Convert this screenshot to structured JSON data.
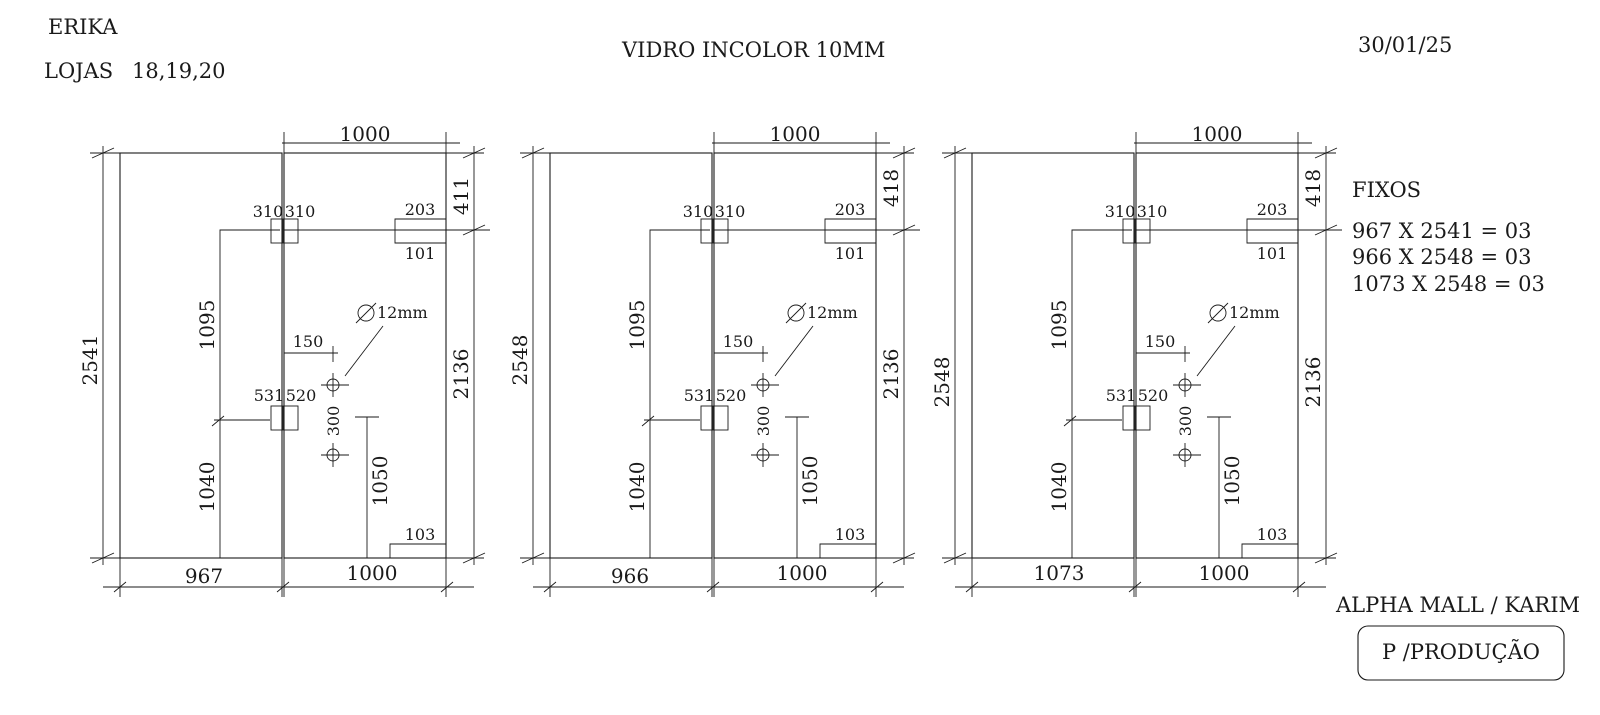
{
  "header": {
    "client": "ERIKA",
    "stores_label": "LOJAS",
    "stores_numbers": "18,19,20",
    "material": "VIDRO INCOLOR 10MM",
    "date": "30/01/25"
  },
  "panels": [
    {
      "height": "2541",
      "right_width": "1000",
      "left_width": "967",
      "top_offset": "411",
      "right_height": "2136",
      "upper_left_height": "1095",
      "lower_left_height": "1040",
      "upper_square_left": "310",
      "upper_square_right": "310",
      "lower_square_left": "531",
      "lower_square_right": "520",
      "handle_offset": "150",
      "hole_label": "12mm",
      "hole_spacing": "300",
      "hole_height": "1050",
      "cut_top": "203",
      "cut_bottom": "101",
      "corner_cut": "103"
    },
    {
      "height": "2548",
      "right_width": "1000",
      "left_width": "966",
      "top_offset": "418",
      "right_height": "2136",
      "upper_left_height": "1095",
      "lower_left_height": "1040",
      "upper_square_left": "310",
      "upper_square_right": "310",
      "lower_square_left": "531",
      "lower_square_right": "520",
      "handle_offset": "150",
      "hole_label": "12mm",
      "hole_spacing": "300",
      "hole_height": "1050",
      "cut_top": "203",
      "cut_bottom": "101",
      "corner_cut": "103"
    },
    {
      "height": "2548",
      "right_width": "1000",
      "left_width": "1073",
      "top_offset": "418",
      "right_height": "2136",
      "upper_left_height": "1095",
      "lower_left_height": "1040",
      "upper_square_left": "310",
      "upper_square_right": "310",
      "lower_square_left": "531",
      "lower_square_right": "520",
      "handle_offset": "150",
      "hole_label": "12mm",
      "hole_spacing": "300",
      "hole_height": "1050",
      "cut_top": "203",
      "cut_bottom": "101",
      "corner_cut": "103"
    }
  ],
  "fixed": {
    "title": "FIXOS",
    "items": [
      "967 X 2541 = 03",
      "966 X 2548 = 03",
      "1073 X 2548 = 03"
    ]
  },
  "footer": {
    "location": "ALPHA MALL / KARIM",
    "status_button": "P /PRODUÇÃO"
  }
}
